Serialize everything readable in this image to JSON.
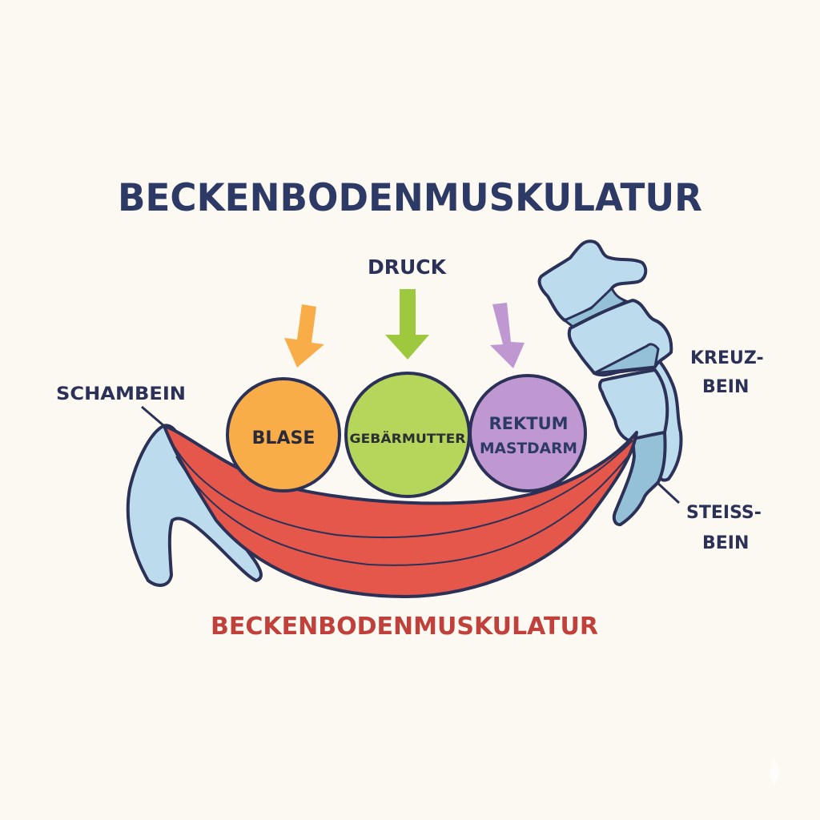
{
  "title": "BECKENBODENMUSKULATUR",
  "pressure_label": "DRUCK",
  "organs": [
    {
      "name": "BLASE",
      "lines": [
        "BLASE"
      ],
      "color": "#f9ad48"
    },
    {
      "name": "GEBÄRMUTTER",
      "lines": [
        "GEBÄRMUTTER"
      ],
      "color": "#b5d65a"
    },
    {
      "name": "REKTUM MASTDARM",
      "lines": [
        "REKTUM",
        "MASTDARM"
      ],
      "color": "#bf98d2"
    }
  ],
  "bones": {
    "pubis": "SCHAMBEIN",
    "sacrum": [
      "KREUZ-",
      "BEIN"
    ],
    "coccyx": [
      "STEISS-",
      "BEIN"
    ]
  },
  "muscle_label": "BECKENBODENMUSKULATUR",
  "colors": {
    "outline": "#2b3157",
    "title": "#2e3a66",
    "muscle": "#e5574a",
    "muscle_label": "#c0403b",
    "bone": "#bcdcee",
    "bone_dark": "#94c1d8",
    "arrow_orange": "#f9ad48",
    "arrow_green": "#9ec93e",
    "arrow_purple": "#bf98d2"
  }
}
